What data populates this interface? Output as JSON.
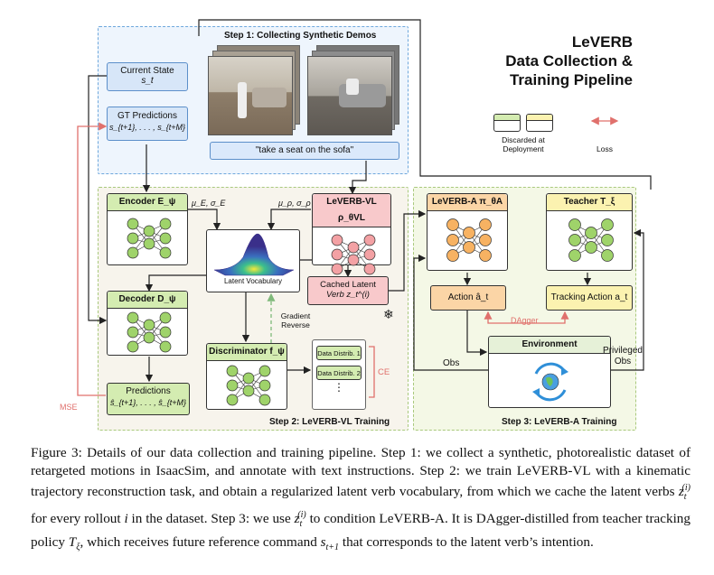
{
  "title": {
    "line1": "LeVERB",
    "line2": "Data Collection &",
    "line3": "Training Pipeline"
  },
  "legend": {
    "discarded_line1": "Discarded at",
    "discarded_line2": "Deployment",
    "loss": "Loss"
  },
  "step1": {
    "label": "Step 1: Collecting Synthetic Demos",
    "current_state": "Current State",
    "current_state_sym": "s_t",
    "gt_predictions": "GT Predictions",
    "gt_sym": "s_{t+1}, . . . , s_{t+M}",
    "instruction": "\"take a seat on the sofa\""
  },
  "step2": {
    "label": "Step 2: LeVERB-VL Training",
    "encoder": "Encoder E_ψ",
    "leverb_vl": "LeVERB-VL ρ_θVL",
    "decoder": "Decoder D_ψ",
    "discriminator": "Discriminator f_ψ",
    "predictions": "Predictions",
    "pred_sym": "ŝ_{t+1}, . . . , ŝ_{t+M}",
    "latent_vocab": "Latent Vocabulary",
    "cached_line1": "Cached Latent",
    "cached_line2": "Verb z_t^(i)",
    "mu_e": "μ_E, σ_E",
    "mu_p": "μ_ρ, σ_ρ",
    "gradient_line1": "Gradient",
    "gradient_line2": "Reverse",
    "data_distrib_1": "Data Distrib. 1",
    "data_distrib_2": "Data Distrib. 2",
    "dots": "⋮",
    "ce": "CE",
    "mse": "MSE"
  },
  "step3": {
    "label": "Step 3: LeVERB-A Training",
    "leverb_a": "LeVERB-A π_θA",
    "teacher": "Teacher T_ξ",
    "action": "Action â_t",
    "tracking_action": "Tracking Action a_t",
    "dagger": "DAgger",
    "environment": "Environment",
    "obs": "Obs",
    "priv_line1": "Privileged",
    "priv_line2": "Obs"
  },
  "caption": {
    "p1": "Figure 3: Details of our data collection and training pipeline. Step 1: we collect a synthetic, photorealistic dataset of retargeted motions in IsaacSim, and annotate with text instructions. Step 2: we train LeVERB-VL with a kinematic trajectory reconstruction task, and obtain a regularized latent verb vocabulary, from which we cache the latent verbs ",
    "z": "z",
    "z_sup": "(i)",
    "z_sub": "t",
    "p2": " for every rollout ",
    "i": "i",
    "p3": " in the dataset. Step 3: we use ",
    "p4": " to condition LeVERB-A. It is DAgger-distilled from teacher tracking policy ",
    "T": "T",
    "T_sub": "ξ",
    "p5": ", which receives future reference command ",
    "s": "s",
    "s_sub": "t+1",
    "p6": " that corresponds to the latent verb’s intention."
  },
  "colors": {
    "blue_fill": "#dbe9fb",
    "green_header": "#d4ecb1",
    "yellow_header": "#fbf2b0",
    "orange_header": "#fbd5a6",
    "pink_header": "#f8c9cb",
    "loss_red": "#e0706c"
  }
}
